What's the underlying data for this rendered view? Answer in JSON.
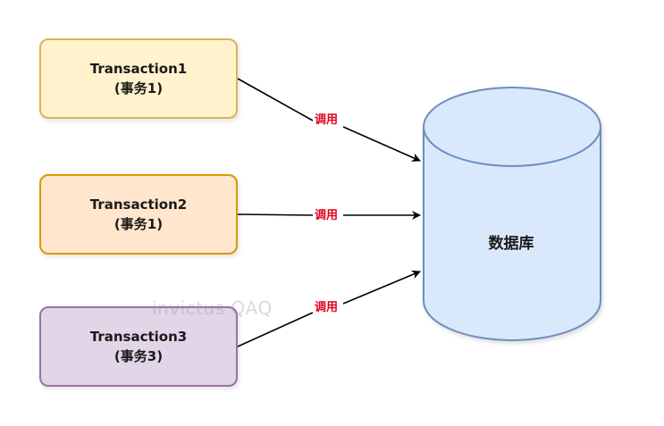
{
  "transactions": [
    {
      "name": "Transaction1",
      "subtitle": "(事务1)"
    },
    {
      "name": "Transaction2",
      "subtitle": "(事务1)"
    },
    {
      "name": "Transaction3",
      "subtitle": "(事务3)"
    }
  ],
  "edges": [
    {
      "label": "调用"
    },
    {
      "label": "调用"
    },
    {
      "label": "调用"
    }
  ],
  "database": {
    "label": "数据库"
  },
  "watermark": {
    "text": "invictus QAQ"
  },
  "colors": {
    "box1_fill": "#fff2cc",
    "box1_stroke": "#d6b656",
    "box2_fill": "#ffe6cc",
    "box2_stroke": "#d79b00",
    "box3_fill": "#e1d5e7",
    "box3_stroke": "#9673a6",
    "database_fill": "#dae8fc",
    "database_stroke": "#6c8ebf",
    "edge_label": "#e0001b"
  }
}
